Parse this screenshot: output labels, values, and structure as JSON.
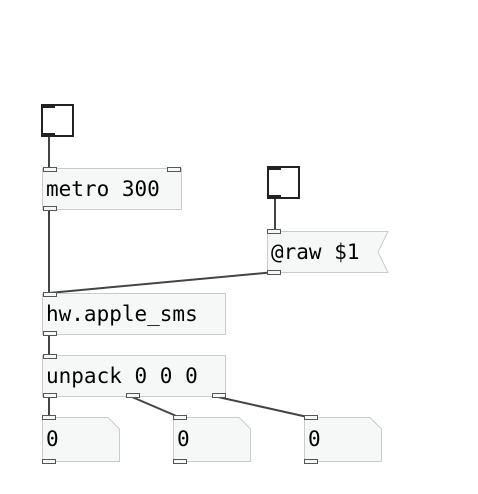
{
  "patch": {
    "toggle_top": {
      "kind": "toggle"
    },
    "toggle_right": {
      "kind": "toggle"
    },
    "metro": {
      "label": "metro 300"
    },
    "message": {
      "label": "@raw $1"
    },
    "apple_sms": {
      "label": "hw.apple_sms"
    },
    "unpack": {
      "label": "unpack 0 0 0"
    },
    "numbers": [
      {
        "value": "0"
      },
      {
        "value": "0"
      },
      {
        "value": "0"
      }
    ]
  },
  "colors": {
    "background": "#ffffff",
    "box_fill": "#f6f8f8",
    "box_border": "#c9cbcc",
    "wire": "#444444",
    "port": "#555555"
  }
}
